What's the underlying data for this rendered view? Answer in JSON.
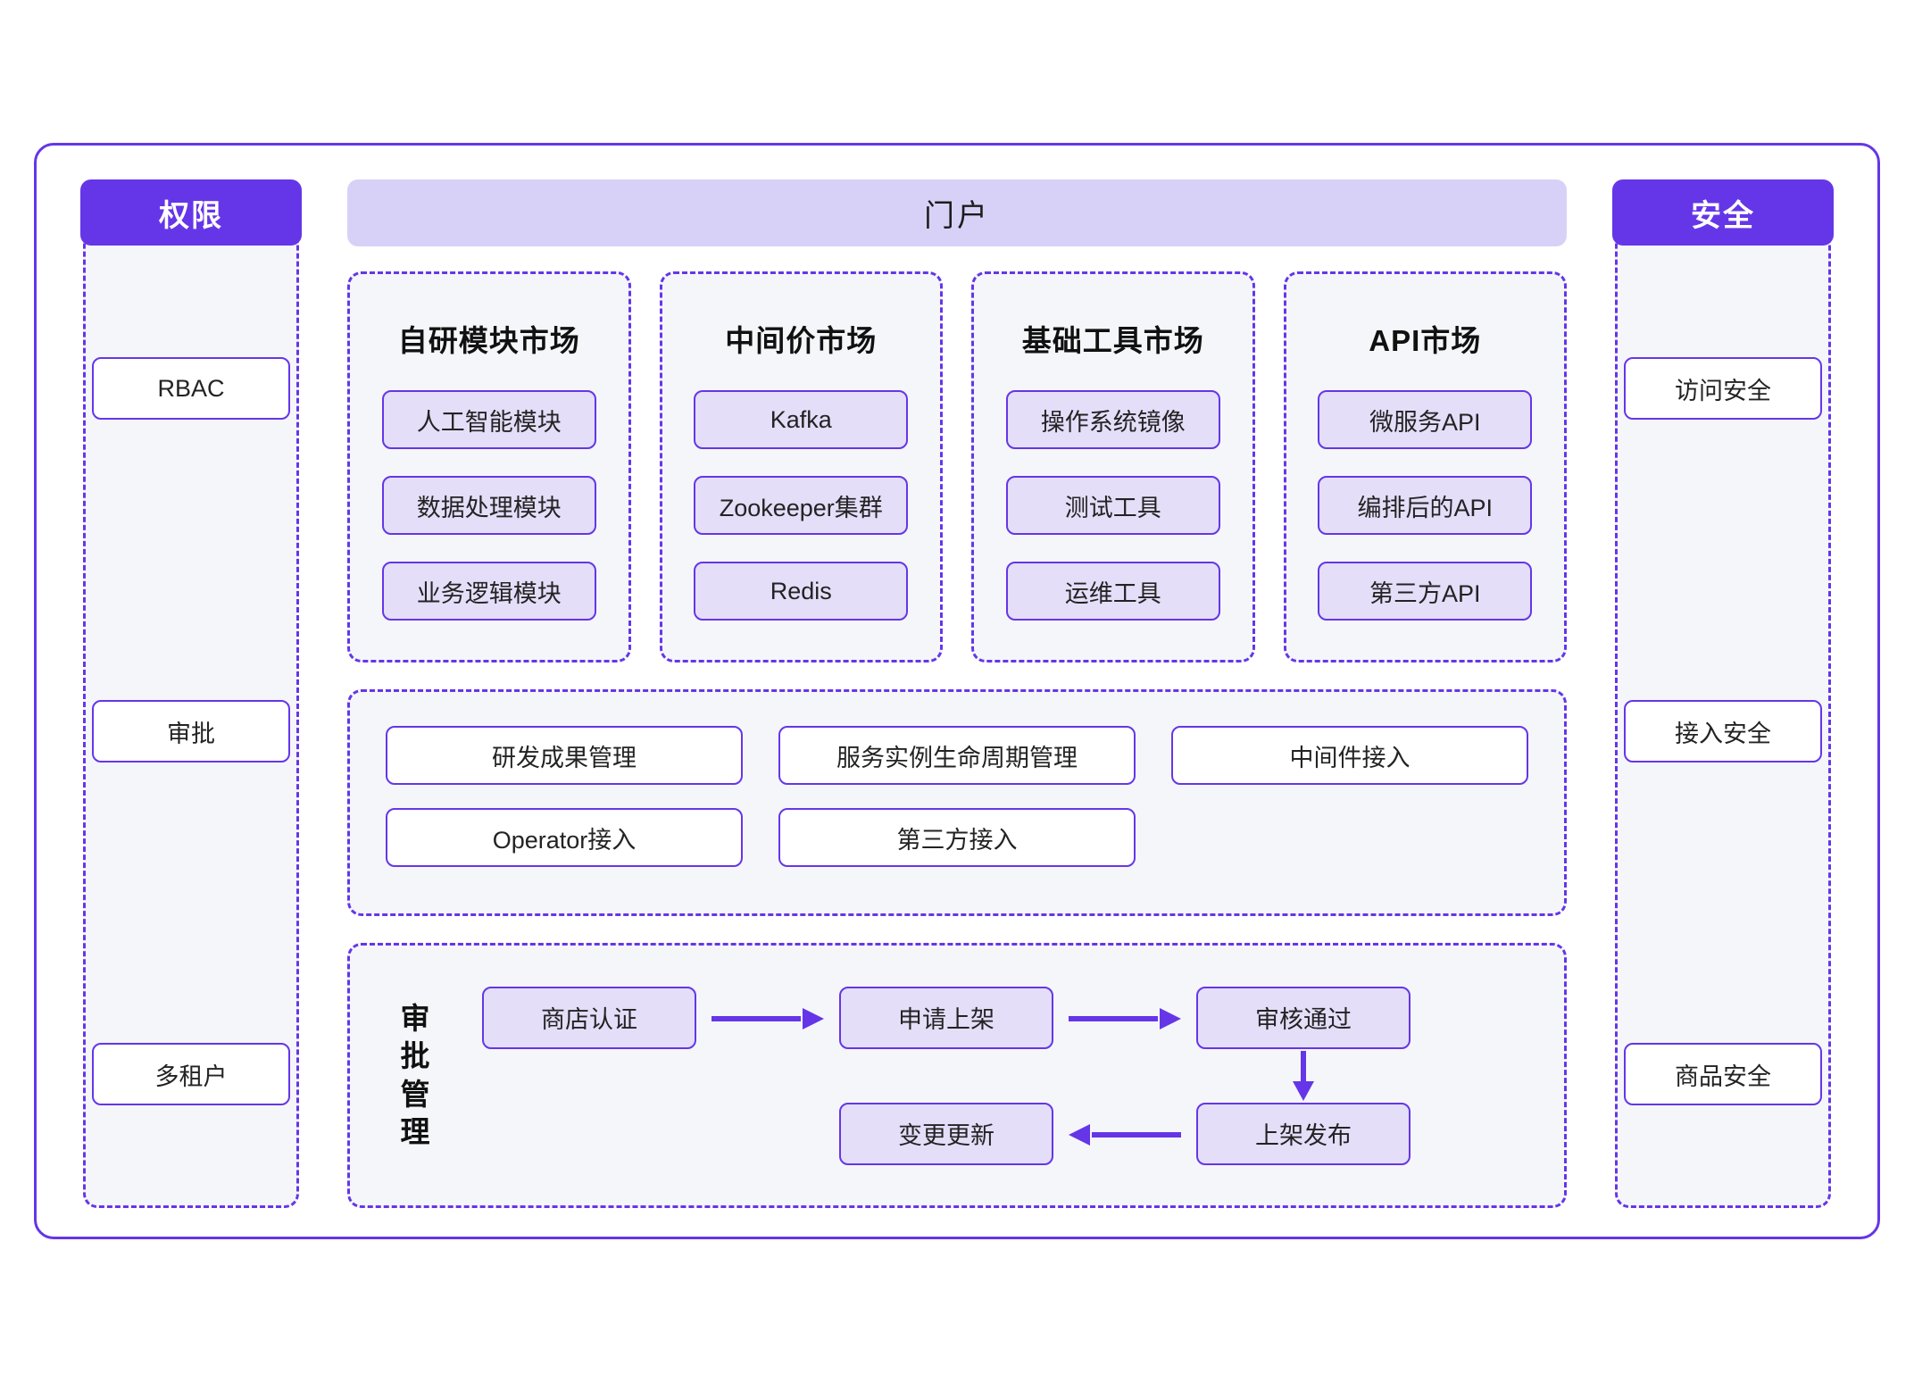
{
  "permission_panel": {
    "header": "权限",
    "items": [
      {
        "label": "RBAC"
      },
      {
        "label": "审批"
      },
      {
        "label": "多租户"
      }
    ]
  },
  "security_panel": {
    "header": "安全",
    "items": [
      {
        "label": "访问安全"
      },
      {
        "label": "接入安全"
      },
      {
        "label": "商品安全"
      }
    ]
  },
  "portal": {
    "title": "门户"
  },
  "markets": [
    {
      "title": "自研模块市场",
      "items": [
        "人工智能模块",
        "数据处理模块",
        "业务逻辑模块"
      ]
    },
    {
      "title": "中间价市场",
      "items": [
        "Kafka",
        "Zookeeper集群",
        "Redis"
      ]
    },
    {
      "title": "基础工具市场",
      "items": [
        "操作系统镜像",
        "测试工具",
        "运维工具"
      ]
    },
    {
      "title": "API市场",
      "items": [
        "微服务API",
        "编排后的API",
        "第三方API"
      ]
    }
  ],
  "capabilities": {
    "row1": [
      "研发成果管理",
      "服务实例生命周期管理",
      "中间件接入"
    ],
    "row2": [
      "Operator接入",
      "第三方接入"
    ]
  },
  "approval": {
    "label_chars": [
      "审",
      "批",
      "管",
      "理"
    ],
    "steps": {
      "step1": "商店认证",
      "step2": "申请上架",
      "step3": "审核通过",
      "step4": "上架发布",
      "step5": "变更更新"
    }
  },
  "colors": {
    "accent": "#6536e8",
    "portal_fill": "#d8d1f7",
    "chip_fill": "#e4def9",
    "panel_fill": "#f5f6f9",
    "page_bg": "#ffffff"
  }
}
